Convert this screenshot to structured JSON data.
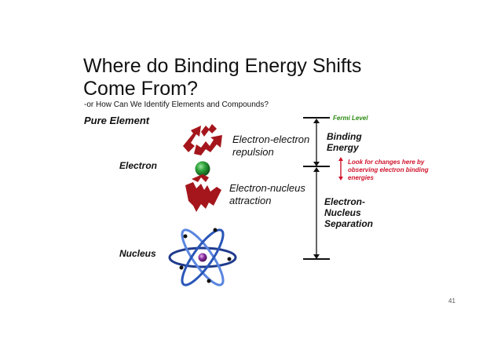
{
  "slide": {
    "title": "Where do Binding Energy Shifts Come From?",
    "subtitle": "-or How Can We Identify Elements and Compounds?",
    "page_number": "41"
  },
  "labels": {
    "pure_element": "Pure Element",
    "electron": "Electron",
    "nucleus": "Nucleus",
    "repulsion": "Electron-electron repulsion",
    "attraction": "Electron-nucleus attraction",
    "fermi_level": "Fermi Level",
    "binding_energy": "Binding Energy",
    "separation": "Electron-Nucleus Separation",
    "look_note": "Look for changes here by observing electron binding energies"
  },
  "colors": {
    "arrow_red": "#a4161c",
    "electron_green": "#1e8a2e",
    "note_red": "#d0142c",
    "fermi_green": "#2b8a12",
    "orbit_dark": "#1f3b8c",
    "orbit_light": "#5a86e0",
    "nucleus_purple": "#7a2a8e"
  },
  "icons": {
    "repulsion": "diverging-arrows-icon",
    "attraction": "converging-arrows-icon",
    "electron": "sphere-icon",
    "nucleus": "atom-icon"
  }
}
